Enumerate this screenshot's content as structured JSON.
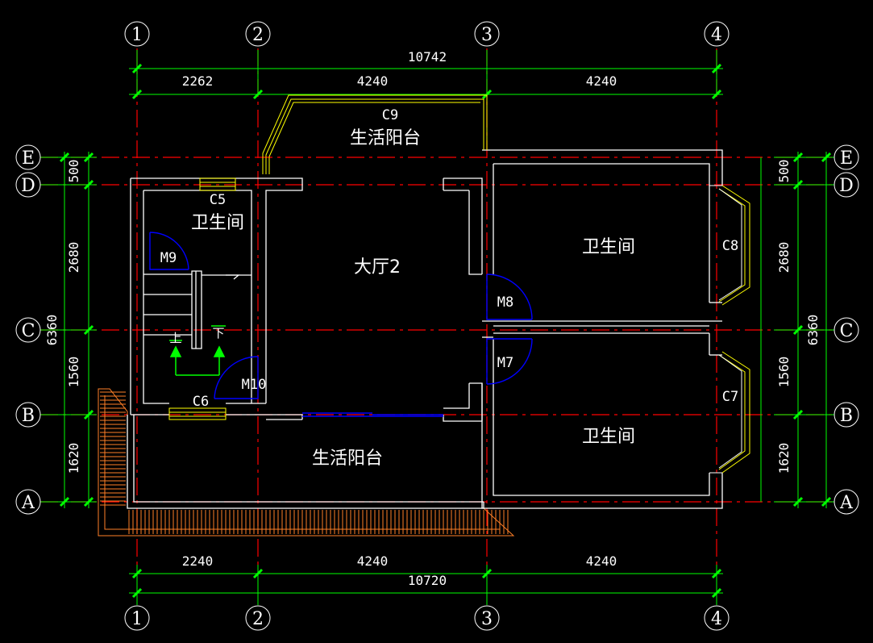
{
  "axes": {
    "columns": [
      "1",
      "2",
      "3",
      "4"
    ],
    "rows": [
      "A",
      "B",
      "C",
      "D",
      "E"
    ]
  },
  "dimensions": {
    "top_total": "10742",
    "top": [
      "2262",
      "4240",
      "4240"
    ],
    "bottom_total": "10720",
    "bottom": [
      "2240",
      "4240",
      "4240"
    ],
    "side": [
      "500",
      "2680",
      "1560",
      "1620"
    ],
    "side_total": "6360"
  },
  "rooms": {
    "balcony_top": "生活阳台",
    "balcony_bottom": "生活阳台",
    "bath_left": "卫生间",
    "hall": "大厅2",
    "bath_right_top": "卫生间",
    "bath_right_bottom": "卫生间"
  },
  "windows": {
    "c5": "C5",
    "c6": "C6",
    "c7": "C7",
    "c8": "C8",
    "c9": "C9"
  },
  "doors": {
    "m7": "M7",
    "m8": "M8",
    "m9": "M9",
    "m10": "M10"
  },
  "stair": {
    "up": "上",
    "down": "下"
  },
  "colors": {
    "background": "#000000",
    "dimension": "#00ff00",
    "axis_line": "#ff0000",
    "wall": "#ffffff",
    "door": "#0000ff",
    "window": "#ffff00",
    "roof_hatch": "#ff7f27"
  }
}
